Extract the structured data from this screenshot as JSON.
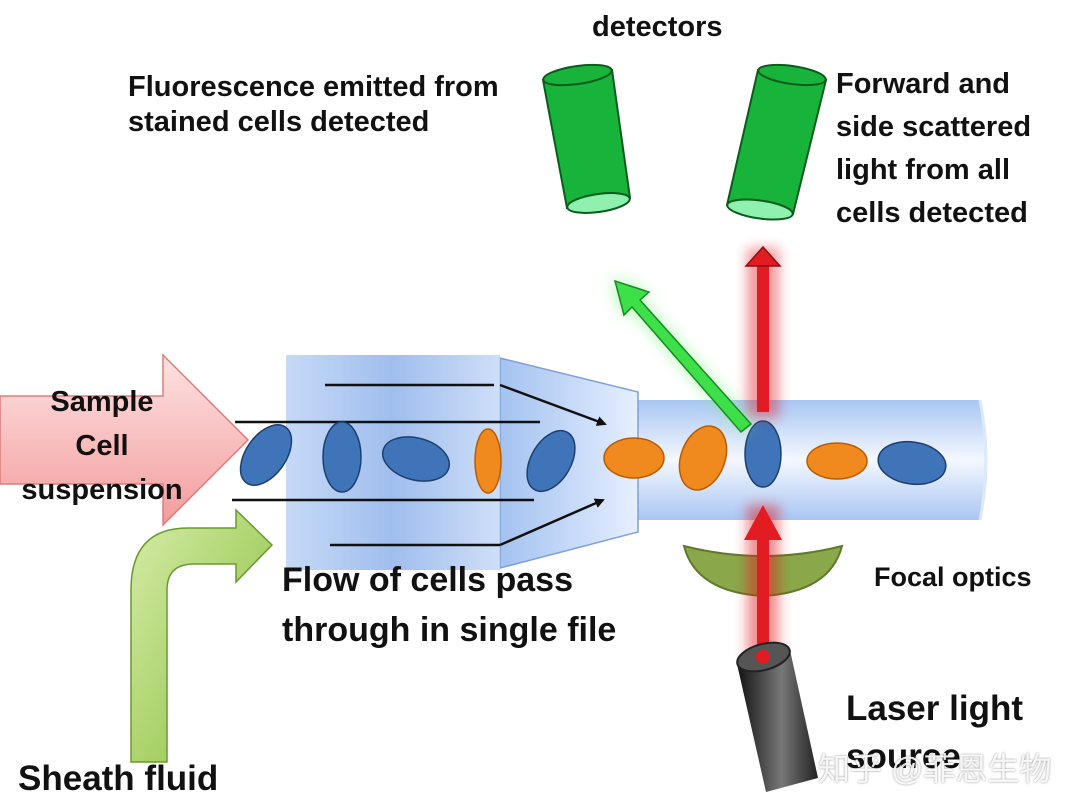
{
  "labels": {
    "detectors": "detectors",
    "fluorescence": "Fluorescence emitted from\nstained cells detected",
    "scatter": "Forward and\nside scattered\nlight from all\ncells  detected",
    "sample": "Sample\nCell\nsuspension",
    "flow": "Flow of cells  pass\nthrough in single file",
    "focal_optics": "Focal optics",
    "laser": "Laser light\nsource",
    "sheath": "Sheath fluid",
    "watermark": "知乎 @菲恩生物"
  },
  "colors": {
    "detector": "#17b33a",
    "detector_lens": "#8ff0b0",
    "cell_blue": "#3f74b8",
    "cell_orange": "#f08a1e",
    "laser_beam": "#e31b23",
    "fluorescence_arrow": "#3ee04a",
    "sample_arrow": "#f7a5a5",
    "sheath_arrow": "#8cc63f",
    "focal_lens": "#8aa84a",
    "flow_channel": "#b9d1f3"
  }
}
